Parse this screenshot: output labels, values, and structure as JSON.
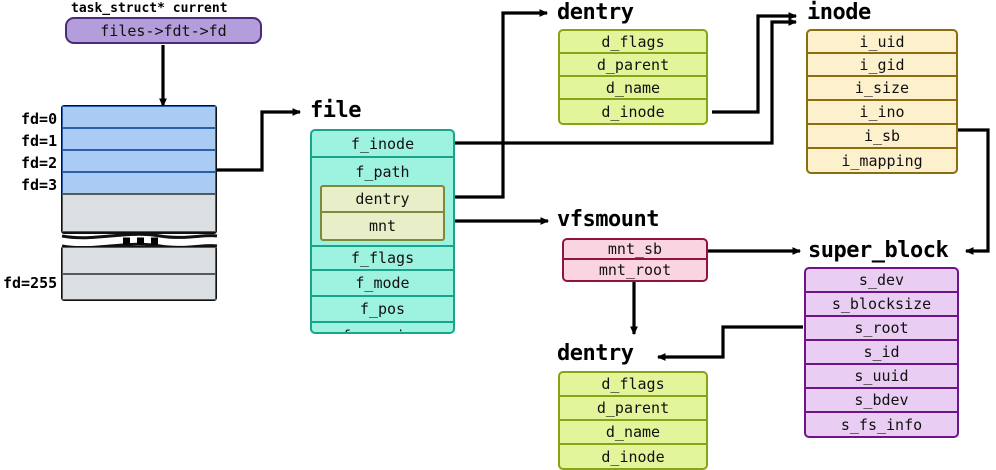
{
  "diagram": {
    "title_annotation": "task_struct* current",
    "fd_pointer_box": "files->fdt->fd"
  },
  "fd_table": {
    "labels": [
      "fd=0",
      "fd=1",
      "fd=2",
      "fd=3",
      "fd=255"
    ],
    "rows_used": 4,
    "rows_free_top": 1,
    "rows_free_bottom": 2,
    "ellipsis": "▪ ▪ ▪"
  },
  "structs": {
    "file": {
      "name": "file",
      "fields": [
        "f_inode",
        "f_path",
        "f_flags",
        "f_mode",
        "f_pos",
        "f_mapping"
      ],
      "nested": {
        "name": "f_path",
        "fields": [
          "dentry",
          "mnt"
        ]
      },
      "color": "#9ef2e0",
      "border": "#19a58c"
    },
    "dentry_top": {
      "name": "dentry",
      "fields": [
        "d_flags",
        "d_parent",
        "d_name",
        "d_inode"
      ],
      "color": "#e2f59a",
      "border": "#87a418"
    },
    "dentry_bottom": {
      "name": "dentry",
      "fields": [
        "d_flags",
        "d_parent",
        "d_name",
        "d_inode"
      ],
      "color": "#e2f59a",
      "border": "#87a418"
    },
    "inode": {
      "name": "inode",
      "fields": [
        "i_uid",
        "i_gid",
        "i_size",
        "i_ino",
        "i_sb",
        "i_mapping"
      ],
      "color": "#fdf0cd",
      "border": "#8a6d0c"
    },
    "vfsmount": {
      "name": "vfsmount",
      "fields": [
        "mnt_sb",
        "mnt_root"
      ],
      "color": "#fbd4e2",
      "border": "#8e1540"
    },
    "super_block": {
      "name": "super_block",
      "fields": [
        "s_dev",
        "s_blocksize",
        "s_root",
        "s_id",
        "s_uuid",
        "s_bdev",
        "s_fs_info"
      ],
      "color": "#e9cdf2",
      "border": "#6d1489"
    }
  },
  "edges": [
    {
      "from": "files->fdt->fd",
      "to": "fd array"
    },
    {
      "from": "fd=2",
      "to": "file"
    },
    {
      "from": "file.f_inode",
      "to": "inode"
    },
    {
      "from": "file.f_path.dentry",
      "to": "dentry"
    },
    {
      "from": "file.f_path.mnt",
      "to": "vfsmount"
    },
    {
      "from": "dentry.d_inode",
      "to": "inode"
    },
    {
      "from": "inode.i_sb",
      "to": "super_block"
    },
    {
      "from": "vfsmount.mnt_sb",
      "to": "super_block"
    },
    {
      "from": "vfsmount.mnt_root",
      "to": "dentry"
    },
    {
      "from": "super_block.s_root",
      "to": "dentry"
    }
  ]
}
